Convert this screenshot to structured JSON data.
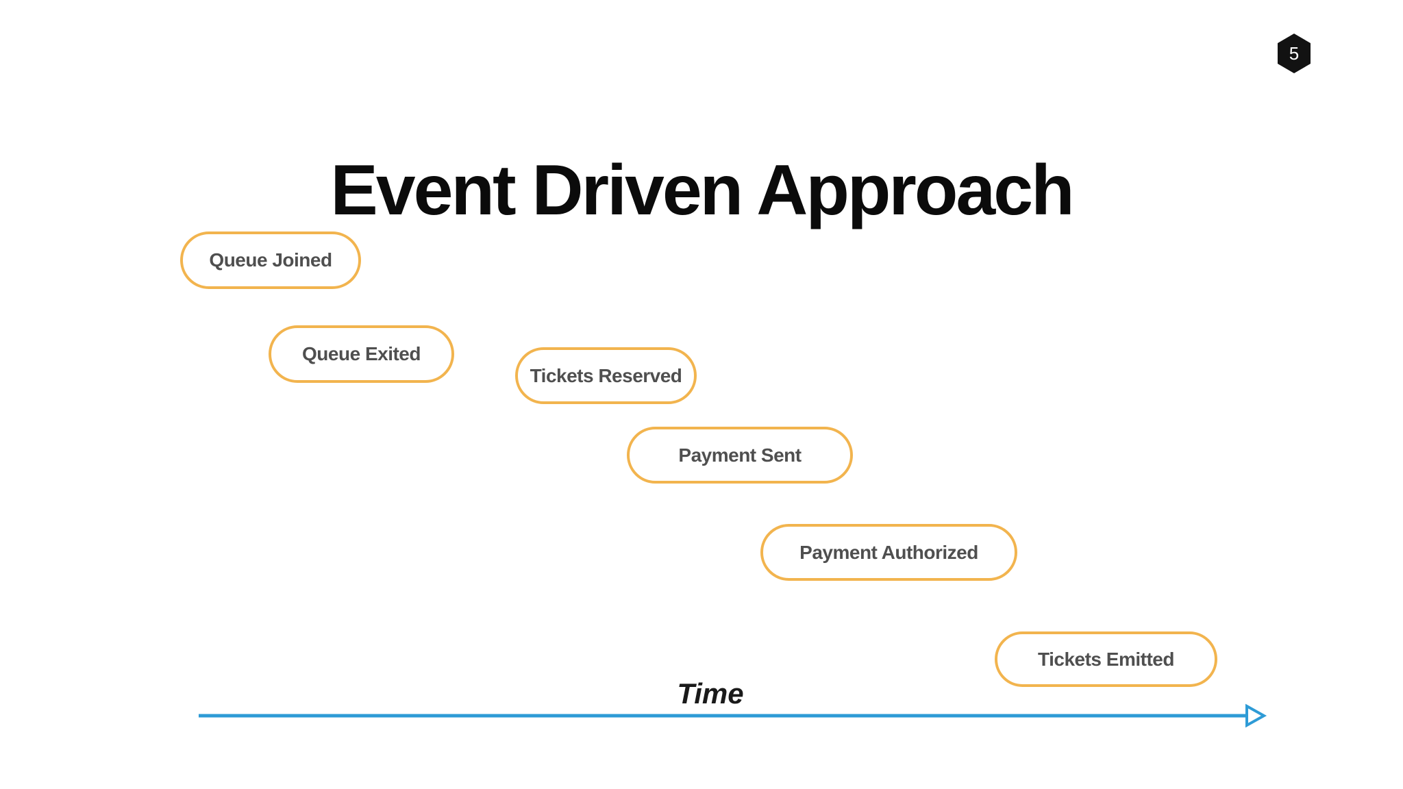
{
  "slide": {
    "title": "Event Driven Approach",
    "page_number": "5"
  },
  "timeline": {
    "axis_label": "Time",
    "events": [
      {
        "label": "Queue Joined"
      },
      {
        "label": "Queue Exited"
      },
      {
        "label": "Tickets Reserved"
      },
      {
        "label": "Payment Sent"
      },
      {
        "label": "Payment Authorized"
      },
      {
        "label": "Tickets Emitted"
      }
    ]
  },
  "colors": {
    "pill_border": "#F2B44E",
    "pill_text": "#4F4F4F",
    "axis_arrow_blue": "#2E9BD6",
    "badge_background": "#121212",
    "badge_text": "#FFFFFF",
    "title_text": "#0B0B0B",
    "background": "#FFFFFF"
  }
}
